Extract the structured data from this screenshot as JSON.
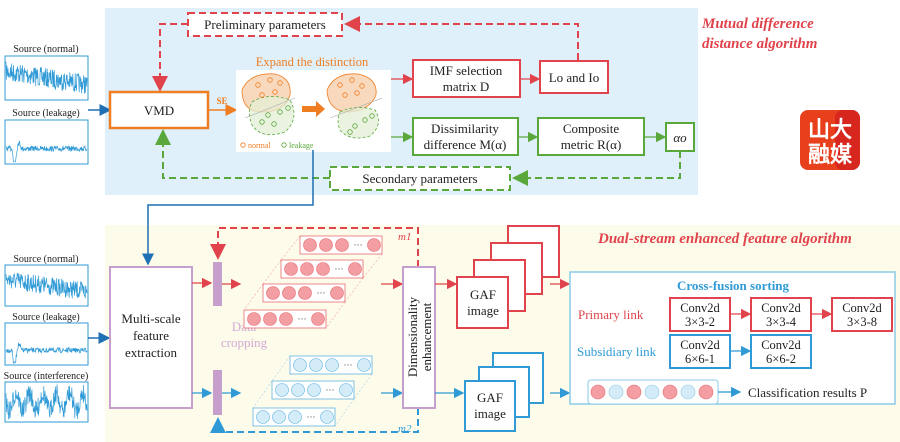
{
  "colors": {
    "red": "#e0434b",
    "green": "#5aa83c",
    "blue": "#2f9ad6",
    "orange": "#ef7d22",
    "purple": "#c79fcc",
    "panel_top": "#dff0fa",
    "panel_bottom": "#fdfbea"
  },
  "top": {
    "title_line1": "Mutual difference",
    "title_line2": "distance algorithm",
    "sources": [
      "Source (normal)",
      "Source (leakage)"
    ],
    "vmd": "VMD",
    "se": "SE",
    "preliminary": "Preliminary parameters",
    "secondary": "Secondary parameters",
    "expand": "Expand the distinction",
    "legend_normal": "normal",
    "legend_leakage": "leakage",
    "imf_line1": "IMF selection",
    "imf_line2": "matrix D",
    "lo_io": "Lo and Io",
    "dissim_line1": "Dissimilarity",
    "dissim_line2": "difference M(α)",
    "composite_line1": "Composite",
    "composite_line2": "metric R(α)",
    "alpha": "αo"
  },
  "bottom": {
    "title": "Dual-stream enhanced feature algorithm",
    "sources": [
      "Source (normal)",
      "Source (leakage)",
      "Source (interference)"
    ],
    "multiscale": [
      "Multi-scale",
      "feature",
      "extraction"
    ],
    "cropping": [
      "Data",
      "cropping"
    ],
    "dim": [
      "Dimensionality",
      "enhancement"
    ],
    "m1": "m1",
    "m2": "m2",
    "gaf": [
      "GAF",
      "image"
    ],
    "ellipsis": "···",
    "cross_fusion": "Cross-fusion sorting",
    "primary_link": "Primary link",
    "subsidiary_link": "Subsidiary link",
    "primary_convs": [
      [
        "Conv2d",
        "3×3-2"
      ],
      [
        "Conv2d",
        "3×3-4"
      ],
      [
        "Conv2d",
        "3×3-8"
      ]
    ],
    "subsidiary_convs": [
      [
        "Conv2d",
        "6×6-1"
      ],
      [
        "Conv2d",
        "6×6-2"
      ]
    ],
    "classification": "Classification results P"
  },
  "watermark": {
    "text": [
      "山大",
      "融媒"
    ],
    "color": "#e8401c"
  }
}
